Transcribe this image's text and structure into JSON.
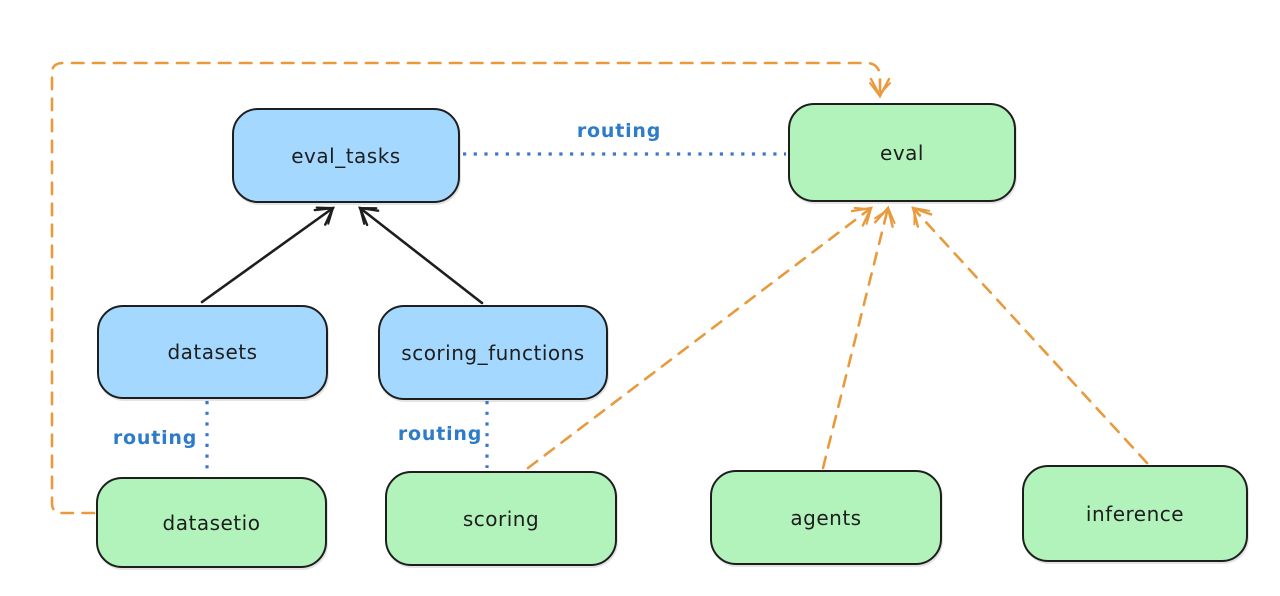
{
  "diagram": {
    "type": "architecture-diagram",
    "background": "#ffffff",
    "colors": {
      "node_stroke": "#1e1e1e",
      "blue_node_fill": "#a5d8ff",
      "green_node_fill": "#b2f2bb",
      "routing_blue": "#2e7cc9",
      "dashed_orange": "#e89a3d",
      "solid_arrow_black": "#1e1e1e"
    },
    "nodes": [
      {
        "id": "eval_tasks",
        "label": "eval_tasks",
        "color": "blue"
      },
      {
        "id": "eval",
        "label": "eval",
        "color": "green"
      },
      {
        "id": "datasets",
        "label": "datasets",
        "color": "blue"
      },
      {
        "id": "scoring_functions",
        "label": "scoring_functions",
        "color": "blue"
      },
      {
        "id": "datasetio",
        "label": "datasetio",
        "color": "green"
      },
      {
        "id": "scoring",
        "label": "scoring",
        "color": "green"
      },
      {
        "id": "agents",
        "label": "agents",
        "color": "green"
      },
      {
        "id": "inference",
        "label": "inference",
        "color": "green"
      }
    ],
    "edges": [
      {
        "from": "datasets",
        "to": "eval_tasks",
        "style": "solid",
        "color": "black",
        "arrowhead": true
      },
      {
        "from": "scoring_functions",
        "to": "eval_tasks",
        "style": "solid",
        "color": "black",
        "arrowhead": true
      },
      {
        "from": "eval_tasks",
        "to": "eval",
        "style": "dotted",
        "color": "blue",
        "label": "routing",
        "arrowhead": false
      },
      {
        "from": "datasets",
        "to": "datasetio",
        "style": "dotted",
        "color": "blue",
        "label": "routing",
        "arrowhead": false
      },
      {
        "from": "scoring_functions",
        "to": "scoring",
        "style": "dotted",
        "color": "blue",
        "label": "routing",
        "arrowhead": false
      },
      {
        "from": "datasetio",
        "to": "eval",
        "style": "dashed",
        "color": "orange",
        "arrowhead": true,
        "route": "left-and-over-top"
      },
      {
        "from": "scoring",
        "to": "eval",
        "style": "dashed",
        "color": "orange",
        "arrowhead": true
      },
      {
        "from": "agents",
        "to": "eval",
        "style": "dashed",
        "color": "orange",
        "arrowhead": true
      },
      {
        "from": "inference",
        "to": "eval",
        "style": "dashed",
        "color": "orange",
        "arrowhead": true
      }
    ],
    "edge_labels": [
      {
        "text": "routing"
      },
      {
        "text": "routing"
      },
      {
        "text": "routing"
      }
    ]
  }
}
